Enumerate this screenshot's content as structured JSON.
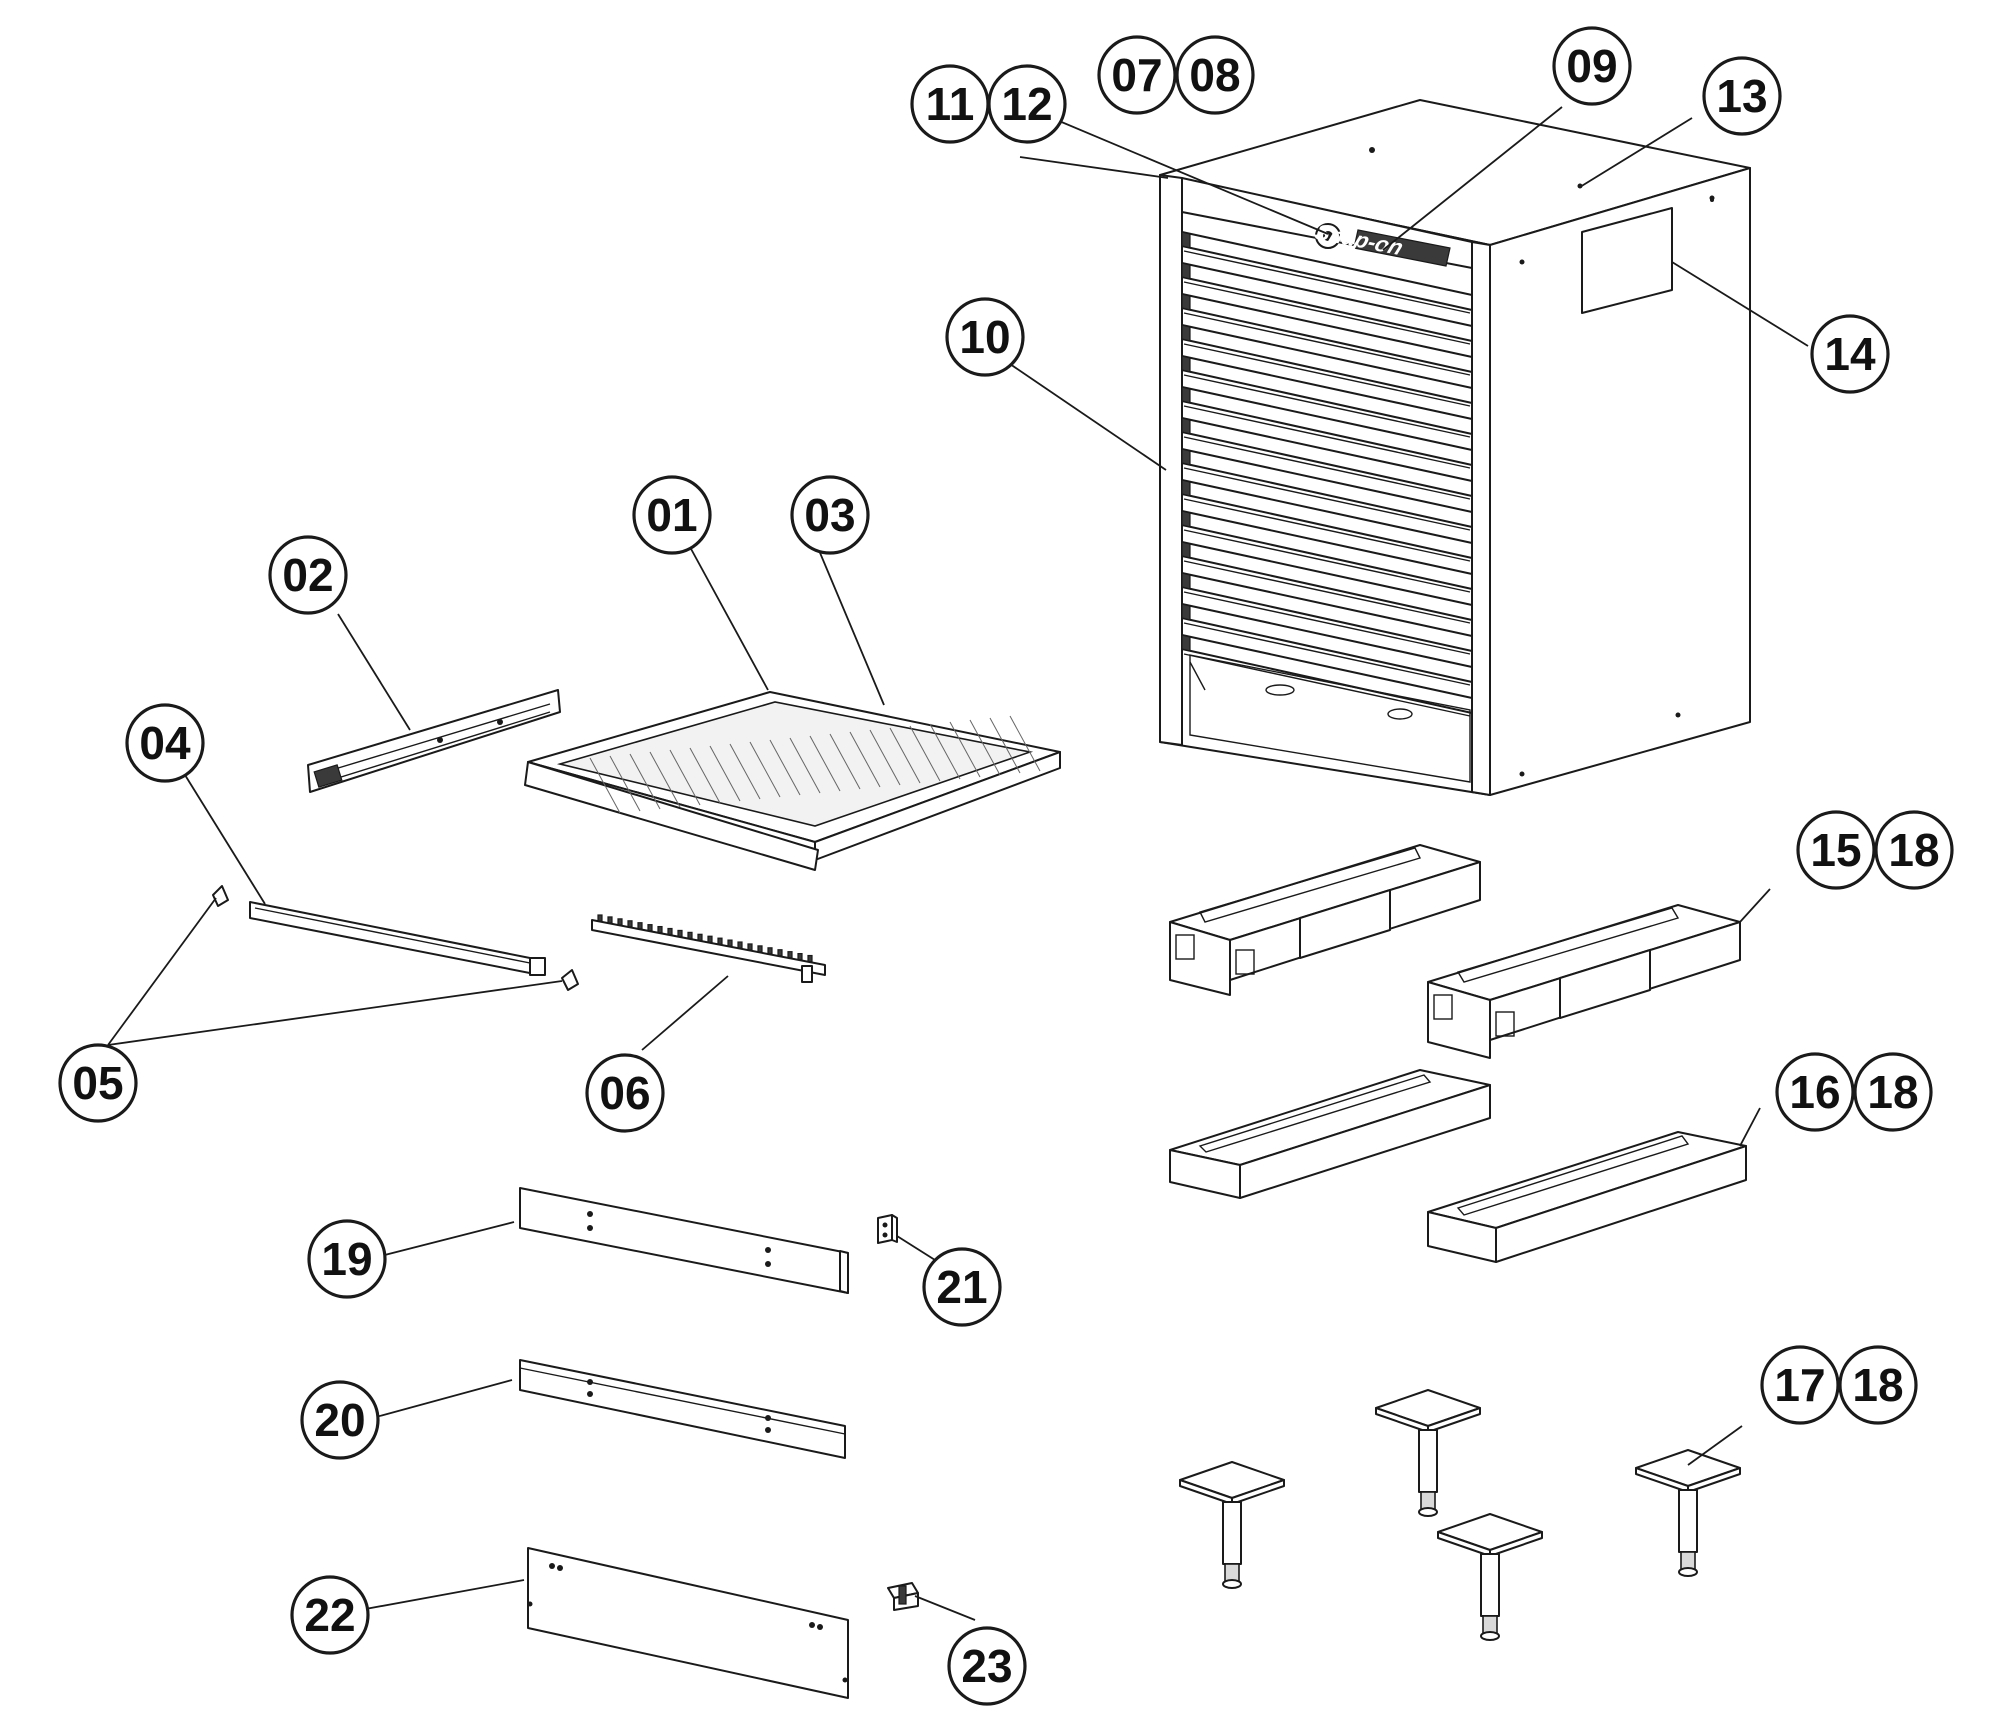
{
  "brand": {
    "name": "Snap-on",
    "color": "#1a1a1a"
  },
  "callouts": [
    {
      "id": "c01",
      "label": "01"
    },
    {
      "id": "c02",
      "label": "02"
    },
    {
      "id": "c03",
      "label": "03"
    },
    {
      "id": "c04",
      "label": "04"
    },
    {
      "id": "c05",
      "label": "05"
    },
    {
      "id": "c06",
      "label": "06"
    },
    {
      "id": "c07",
      "label": "07"
    },
    {
      "id": "c08",
      "label": "08"
    },
    {
      "id": "c09",
      "label": "09"
    },
    {
      "id": "c10",
      "label": "10"
    },
    {
      "id": "c11",
      "label": "11"
    },
    {
      "id": "c12",
      "label": "12"
    },
    {
      "id": "c13",
      "label": "13"
    },
    {
      "id": "c14",
      "label": "14"
    },
    {
      "id": "c15",
      "label": "15"
    },
    {
      "id": "c18a",
      "label": "18"
    },
    {
      "id": "c16",
      "label": "16"
    },
    {
      "id": "c18b",
      "label": "18"
    },
    {
      "id": "c17",
      "label": "17"
    },
    {
      "id": "c18c",
      "label": "18"
    },
    {
      "id": "c19",
      "label": "19"
    },
    {
      "id": "c20",
      "label": "20"
    },
    {
      "id": "c21",
      "label": "21"
    },
    {
      "id": "c22",
      "label": "22"
    },
    {
      "id": "c23",
      "label": "23"
    }
  ]
}
